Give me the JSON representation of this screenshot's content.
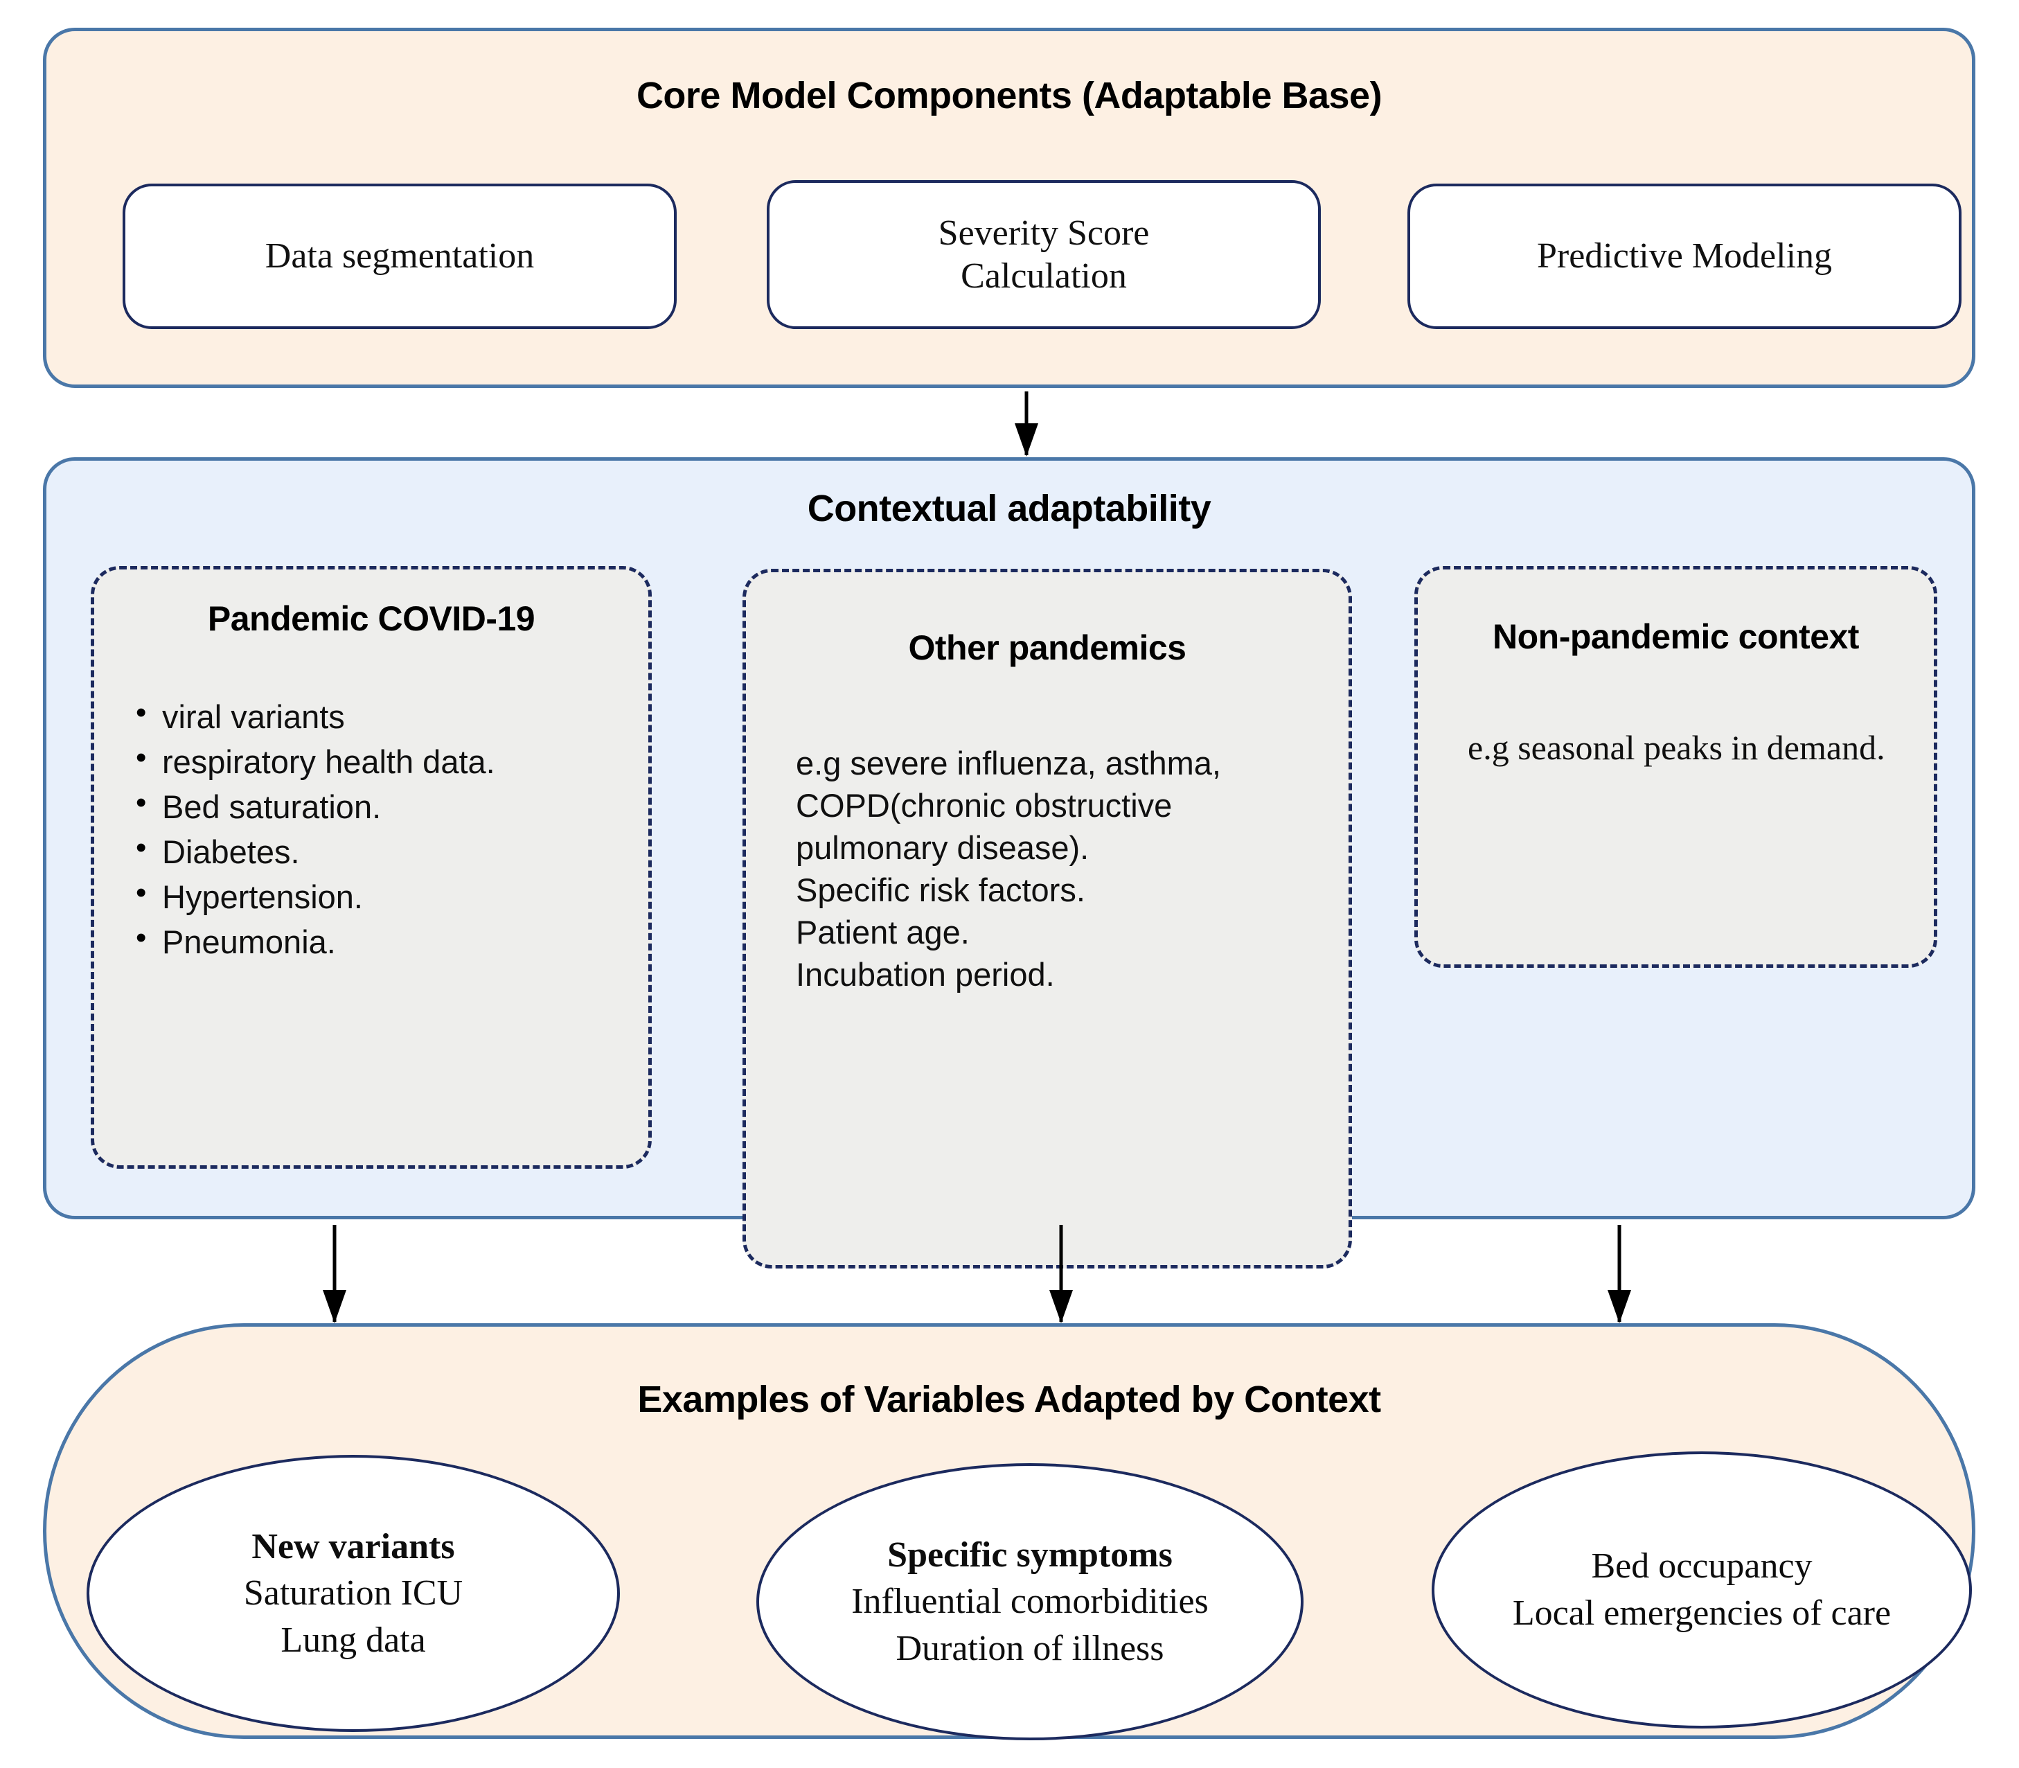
{
  "core": {
    "title": "Core Model Components (Adaptable Base)",
    "boxes": [
      {
        "label": "Data segmentation"
      },
      {
        "label": "Severity Score\nCalculation"
      },
      {
        "label": "Predictive Modeling"
      }
    ]
  },
  "context": {
    "title": "Contextual adaptability",
    "covid": {
      "heading": "Pandemic COVID-19",
      "items": [
        "viral variants",
        "respiratory health data.",
        "Bed saturation.",
        "Diabetes.",
        "Hypertension.",
        "Pneumonia."
      ]
    },
    "other": {
      "heading": "Other pandemics",
      "lines": [
        "e.g severe influenza, asthma, COPD(chronic obstructive pulmonary disease).",
        "Specific risk factors.",
        "Patient age.",
        "Incubation period."
      ]
    },
    "nonpandemic": {
      "heading": "Non-pandemic context",
      "lines": [
        "e.g seasonal peaks in demand."
      ]
    }
  },
  "examples": {
    "title": "Examples of Variables Adapted by Context",
    "ellipses": [
      {
        "line1": "New variants",
        "line2": "Saturation ICU",
        "line3": "Lung data"
      },
      {
        "line1": "Specific symptoms",
        "line2": "Influential comorbidities",
        "line3": "Duration of illness"
      },
      {
        "line1": "Bed occupancy",
        "line2": "Local emergencies of care",
        "line3": ""
      }
    ]
  },
  "colors": {
    "peach_fill": "#FDF0E3",
    "blue_fill": "#E8F0FB",
    "panel_border": "#4A77A8",
    "inner_border": "#1C2A5E",
    "dashed_fill": "#EEEEEC",
    "arrow": "#000000"
  },
  "arrows": {
    "core_to_context": "arrow-down",
    "context_to_examples_left": "arrow-down",
    "context_to_examples_center": "arrow-down",
    "context_to_examples_right": "arrow-down"
  }
}
